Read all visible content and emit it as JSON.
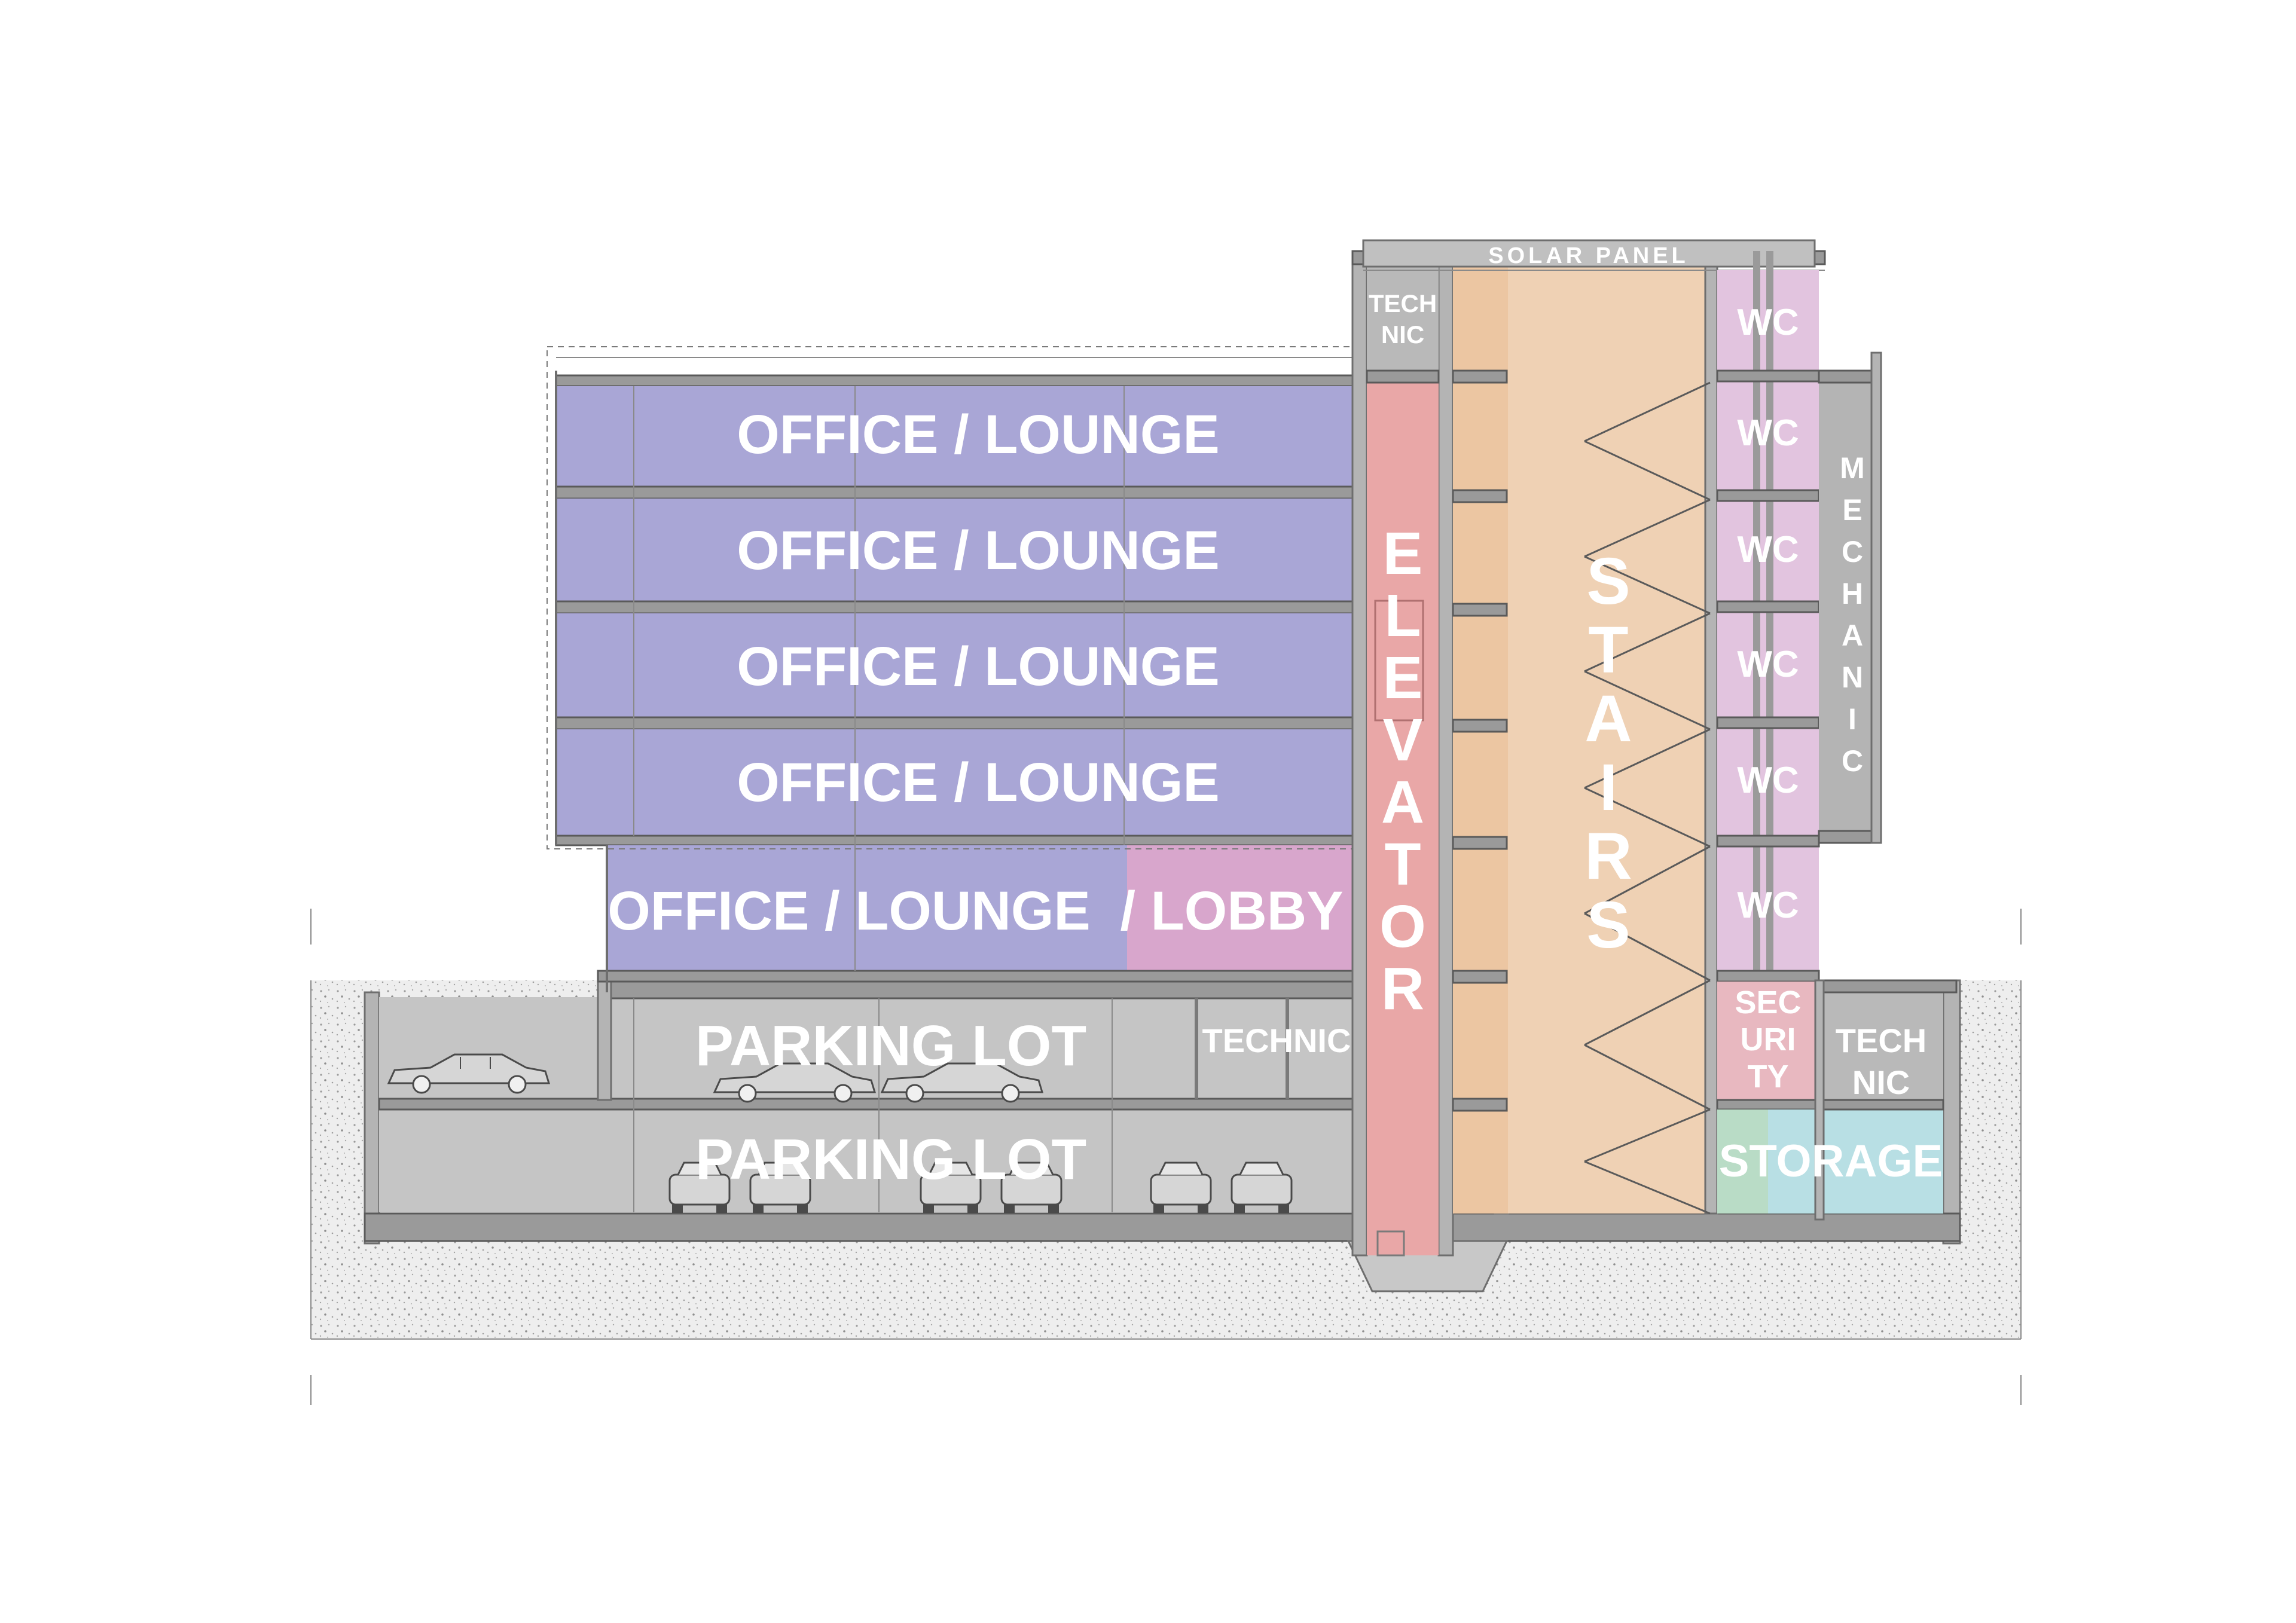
{
  "colors": {
    "office": "#a9a6d6",
    "lobby": "#d8a6cc",
    "parking": "#c5c5c5",
    "elevator": "#e9a7a7",
    "stairs": "#ecc6a2",
    "wc": "#e2c4df",
    "security": "#e8b8c0",
    "storage_green": "#b9dcc6",
    "storage_blue": "#b8dfe4",
    "technic": "#b9b9b9",
    "mechanic": "#b4b4b4",
    "ground": "#ededed"
  },
  "labels": {
    "solar_panel": "SOLAR PANEL",
    "technic_roof_line1": "TECH",
    "technic_roof_line2": "NIC",
    "office_lounge": "OFFICE / LOUNGE",
    "office_lounge_lobby_a": "OFFICE / LOUNGE",
    "office_lounge_lobby_b": "/ LOBBY",
    "parking_lot": "PARKING LOT",
    "technic": "TECHNIC",
    "elevator": "ELEVATOR",
    "stairs": "STAIRS",
    "wc": "WC",
    "mechanic": "MECHANIC",
    "security_l1": "SEC",
    "security_l2": "URI",
    "security_l3": "TY",
    "technic_right_line1": "TECH",
    "technic_right_line2": "NIC",
    "storage": "STORAGE"
  }
}
